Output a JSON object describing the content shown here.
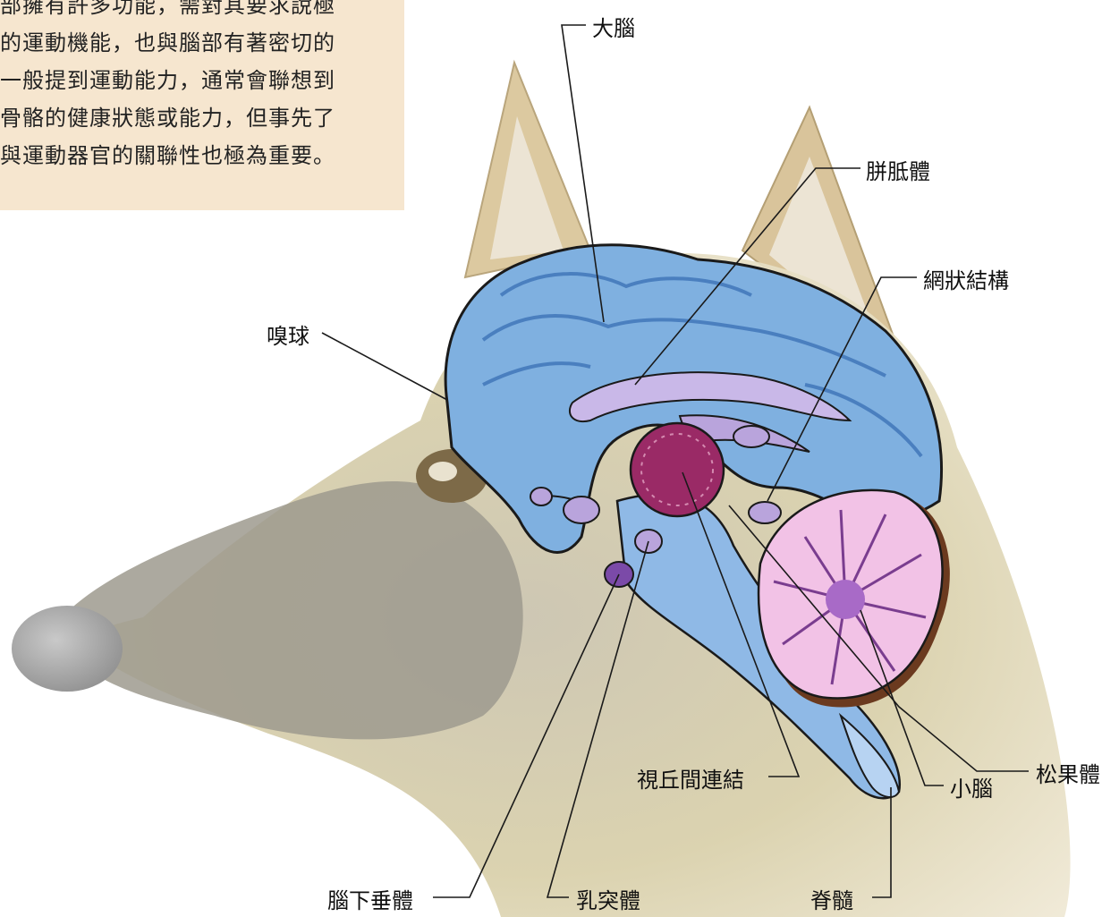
{
  "intro": {
    "lines": [
      "部擁有許多功能，需對其要求說極",
      "的運動機能，也與腦部有著密切的",
      "一般提到運動能力，通常會聯想到",
      "骨骼的健康狀態或能力，但事先了",
      "與運動器官的關聯性也極為重要。"
    ]
  },
  "labels": {
    "cerebrum": "大腦",
    "corpus_callosum": "胼胝體",
    "reticular_formation": "網狀結構",
    "olfactory_bulb": "嗅球",
    "pineal_body": "松果體",
    "interthalamic_adhesion": "視丘間連結",
    "cerebellum": "小腦",
    "pituitary": "腦下垂體",
    "mammillary_body": "乳突體",
    "spinal_cord": "脊髓"
  },
  "colors": {
    "textbox_bg": "#f6e6cf",
    "brain_blue": "#7fb0e0",
    "brain_light": "#a9cdf0",
    "cerebellum_pink": "#f2c2e6",
    "thalamus": "#9a2a66",
    "lavender": "#b9a4dc"
  }
}
